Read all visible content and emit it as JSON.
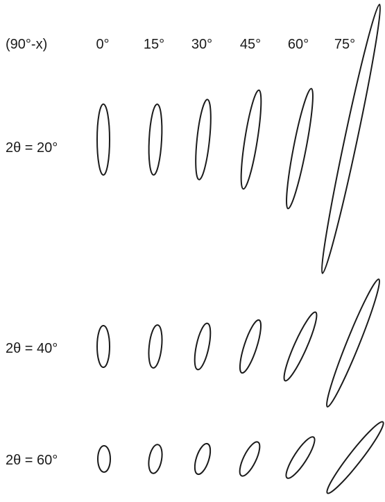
{
  "header_label": "(90°-x)",
  "columns": [
    "0°",
    "15°",
    "30°",
    "45°",
    "60°",
    "75°"
  ],
  "rows": [
    {
      "label": "2θ = 20°"
    },
    {
      "label": "2θ = 40°"
    },
    {
      "label": "2θ = 60°"
    }
  ],
  "colors": {
    "stroke": "#1a1a1a",
    "background": "#ffffff"
  }
}
